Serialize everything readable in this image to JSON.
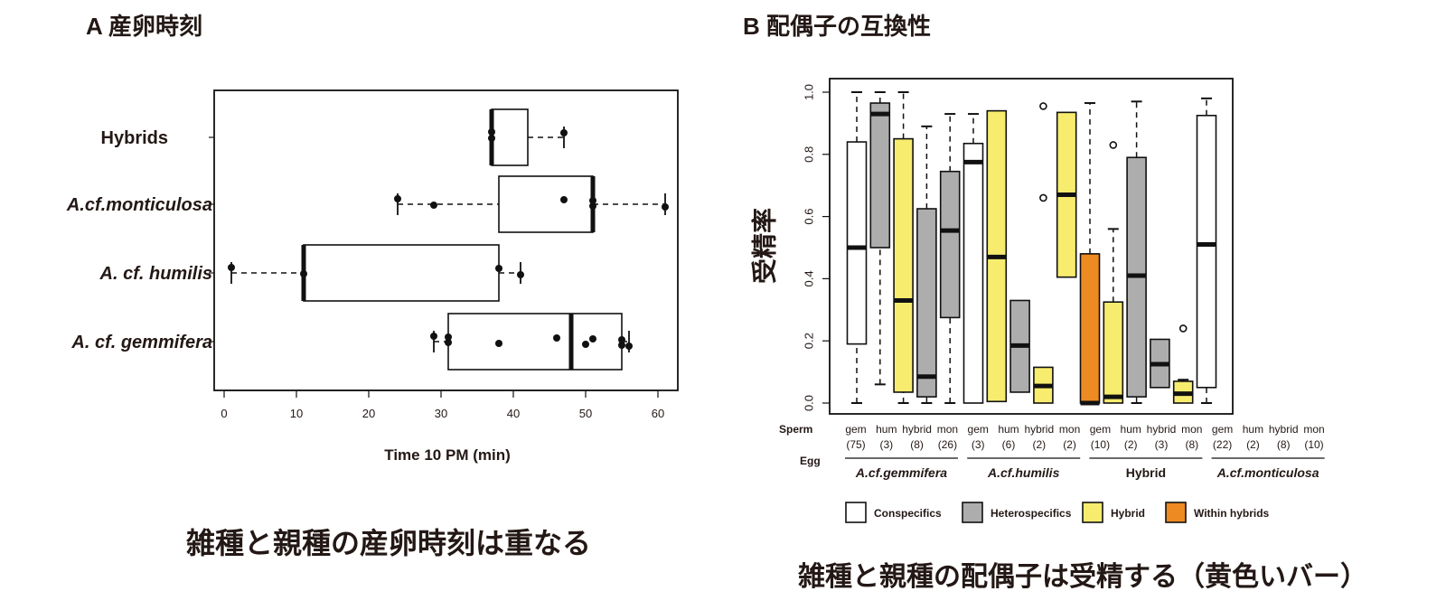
{
  "chart_data": [
    {
      "type": "boxplot",
      "panel": "A",
      "title": "A  産卵時刻",
      "xlabel": "Time 10 PM (min)",
      "xlim": [
        0,
        63
      ],
      "xticks": [
        0,
        10,
        20,
        30,
        40,
        50,
        60
      ],
      "caption": "雑種と親種の産卵時刻は重なる",
      "groups": [
        {
          "label": "Hybrids",
          "italic": false,
          "lo": 37,
          "q1": 37,
          "med": 37,
          "q3": 42,
          "hi": 47,
          "points": [
            37,
            37,
            47
          ]
        },
        {
          "label": "A.cf.monticulosa",
          "italic": true,
          "lo": 24,
          "q1": 38,
          "med": 51,
          "q3": 51,
          "hi": 61,
          "points": [
            24,
            29,
            47,
            51,
            51,
            61
          ]
        },
        {
          "label": "A. cf. humilis",
          "italic": true,
          "lo": 1,
          "q1": 11,
          "med": 11,
          "q3": 38,
          "hi": 41,
          "points": [
            1,
            11,
            38,
            41
          ]
        },
        {
          "label": "A. cf. gemmifera",
          "italic": true,
          "lo": 29,
          "q1": 31,
          "med": 48,
          "q3": 55,
          "hi": 56,
          "points": [
            29,
            31,
            31,
            38,
            46,
            50,
            51,
            55,
            55,
            56
          ]
        }
      ]
    },
    {
      "type": "boxplot",
      "panel": "B",
      "title": "B  配偶子の互換性",
      "ylabel": "受精率",
      "ylim": [
        0,
        1
      ],
      "yticks": [
        "0.0",
        "0.2",
        "0.4",
        "0.6",
        "0.8",
        "1.0"
      ],
      "sperm_label": "Sperm",
      "egg_label": "Egg",
      "caption": "雑種と親種の配偶子は受精する（黄色いバー）",
      "egg_groups": [
        "A.cf.gemmifera",
        "A.cf.humilis",
        "Hybrid",
        "A.cf.monticulosa"
      ],
      "legend": [
        {
          "label": "Conspecifics",
          "color": "#ffffff"
        },
        {
          "label": "Heterospecifics",
          "color": "#adadad"
        },
        {
          "label": "Hybrid",
          "color": "#f7ec6e"
        },
        {
          "label": "Within hybrids",
          "color": "#ee8a22"
        }
      ],
      "boxes": [
        {
          "sperm": "gem",
          "n": "(75)",
          "type": 0,
          "lo": 0,
          "q1": 0.19,
          "med": 0.5,
          "q3": 0.84,
          "hi": 1.0,
          "out": []
        },
        {
          "sperm": "hum",
          "n": "(3)",
          "type": 1,
          "lo": 0.06,
          "q1": 0.5,
          "med": 0.93,
          "q3": 0.965,
          "hi": 1.0,
          "out": []
        },
        {
          "sperm": "hybrid",
          "n": "(8)",
          "type": 2,
          "lo": 0,
          "q1": 0.035,
          "med": 0.33,
          "q3": 0.85,
          "hi": 1.0,
          "out": []
        },
        {
          "sperm": "mon",
          "n": "(26)",
          "type": 1,
          "lo": 0,
          "q1": 0.02,
          "med": 0.085,
          "q3": 0.625,
          "hi": 0.89,
          "out": []
        },
        {
          "sperm": "gem",
          "n": "(3)",
          "type": 1,
          "lo": 0,
          "q1": 0.275,
          "med": 0.555,
          "q3": 0.745,
          "hi": 0.93,
          "out": []
        },
        {
          "sperm": "hum",
          "n": "(6)",
          "type": 0,
          "lo": 0,
          "q1": 0,
          "med": 0.775,
          "q3": 0.835,
          "hi": 0.93,
          "out": []
        },
        {
          "sperm": "hybrid",
          "n": "(2)",
          "type": 2,
          "lo": 0.005,
          "q1": 0.005,
          "med": 0.47,
          "q3": 0.94,
          "hi": 0.94,
          "out": []
        },
        {
          "sperm": "mon",
          "n": "(2)",
          "type": 1,
          "lo": 0.035,
          "q1": 0.035,
          "med": 0.185,
          "q3": 0.33,
          "hi": 0.33,
          "out": []
        },
        {
          "sperm": "gem",
          "n": "(10)",
          "type": 2,
          "lo": 0,
          "q1": 0,
          "med": 0.055,
          "q3": 0.115,
          "hi": 0.115,
          "out": [
            0.955,
            0.66
          ]
        },
        {
          "sperm": "hum",
          "n": "(2)",
          "type": 2,
          "lo": 0.405,
          "q1": 0.405,
          "med": 0.67,
          "q3": 0.935,
          "hi": 0.935,
          "out": []
        },
        {
          "sperm": "hybrid",
          "n": "(3)",
          "type": 3,
          "lo": 0,
          "q1": 0,
          "med": 0,
          "q3": 0.48,
          "hi": 0.965,
          "out": []
        },
        {
          "sperm": "mon",
          "n": "(8)",
          "type": 2,
          "lo": 0,
          "q1": 0,
          "med": 0.02,
          "q3": 0.325,
          "hi": 0.56,
          "out": [
            0.83
          ]
        },
        {
          "sperm": "gem",
          "n": "(22)",
          "type": 1,
          "lo": 0,
          "q1": 0.02,
          "med": 0.41,
          "q3": 0.79,
          "hi": 0.97,
          "out": []
        },
        {
          "sperm": "hum",
          "n": "(2)",
          "type": 1,
          "lo": 0.05,
          "q1": 0.05,
          "med": 0.125,
          "q3": 0.205,
          "hi": 0.205,
          "out": []
        },
        {
          "sperm": "hybrid",
          "n": "(8)",
          "type": 2,
          "lo": 0,
          "q1": 0,
          "med": 0.03,
          "q3": 0.07,
          "hi": 0.075,
          "out": [
            0.24
          ]
        },
        {
          "sperm": "mon",
          "n": "(10)",
          "type": 0,
          "lo": 0,
          "q1": 0.05,
          "med": 0.51,
          "q3": 0.925,
          "hi": 0.98,
          "out": []
        }
      ]
    }
  ]
}
